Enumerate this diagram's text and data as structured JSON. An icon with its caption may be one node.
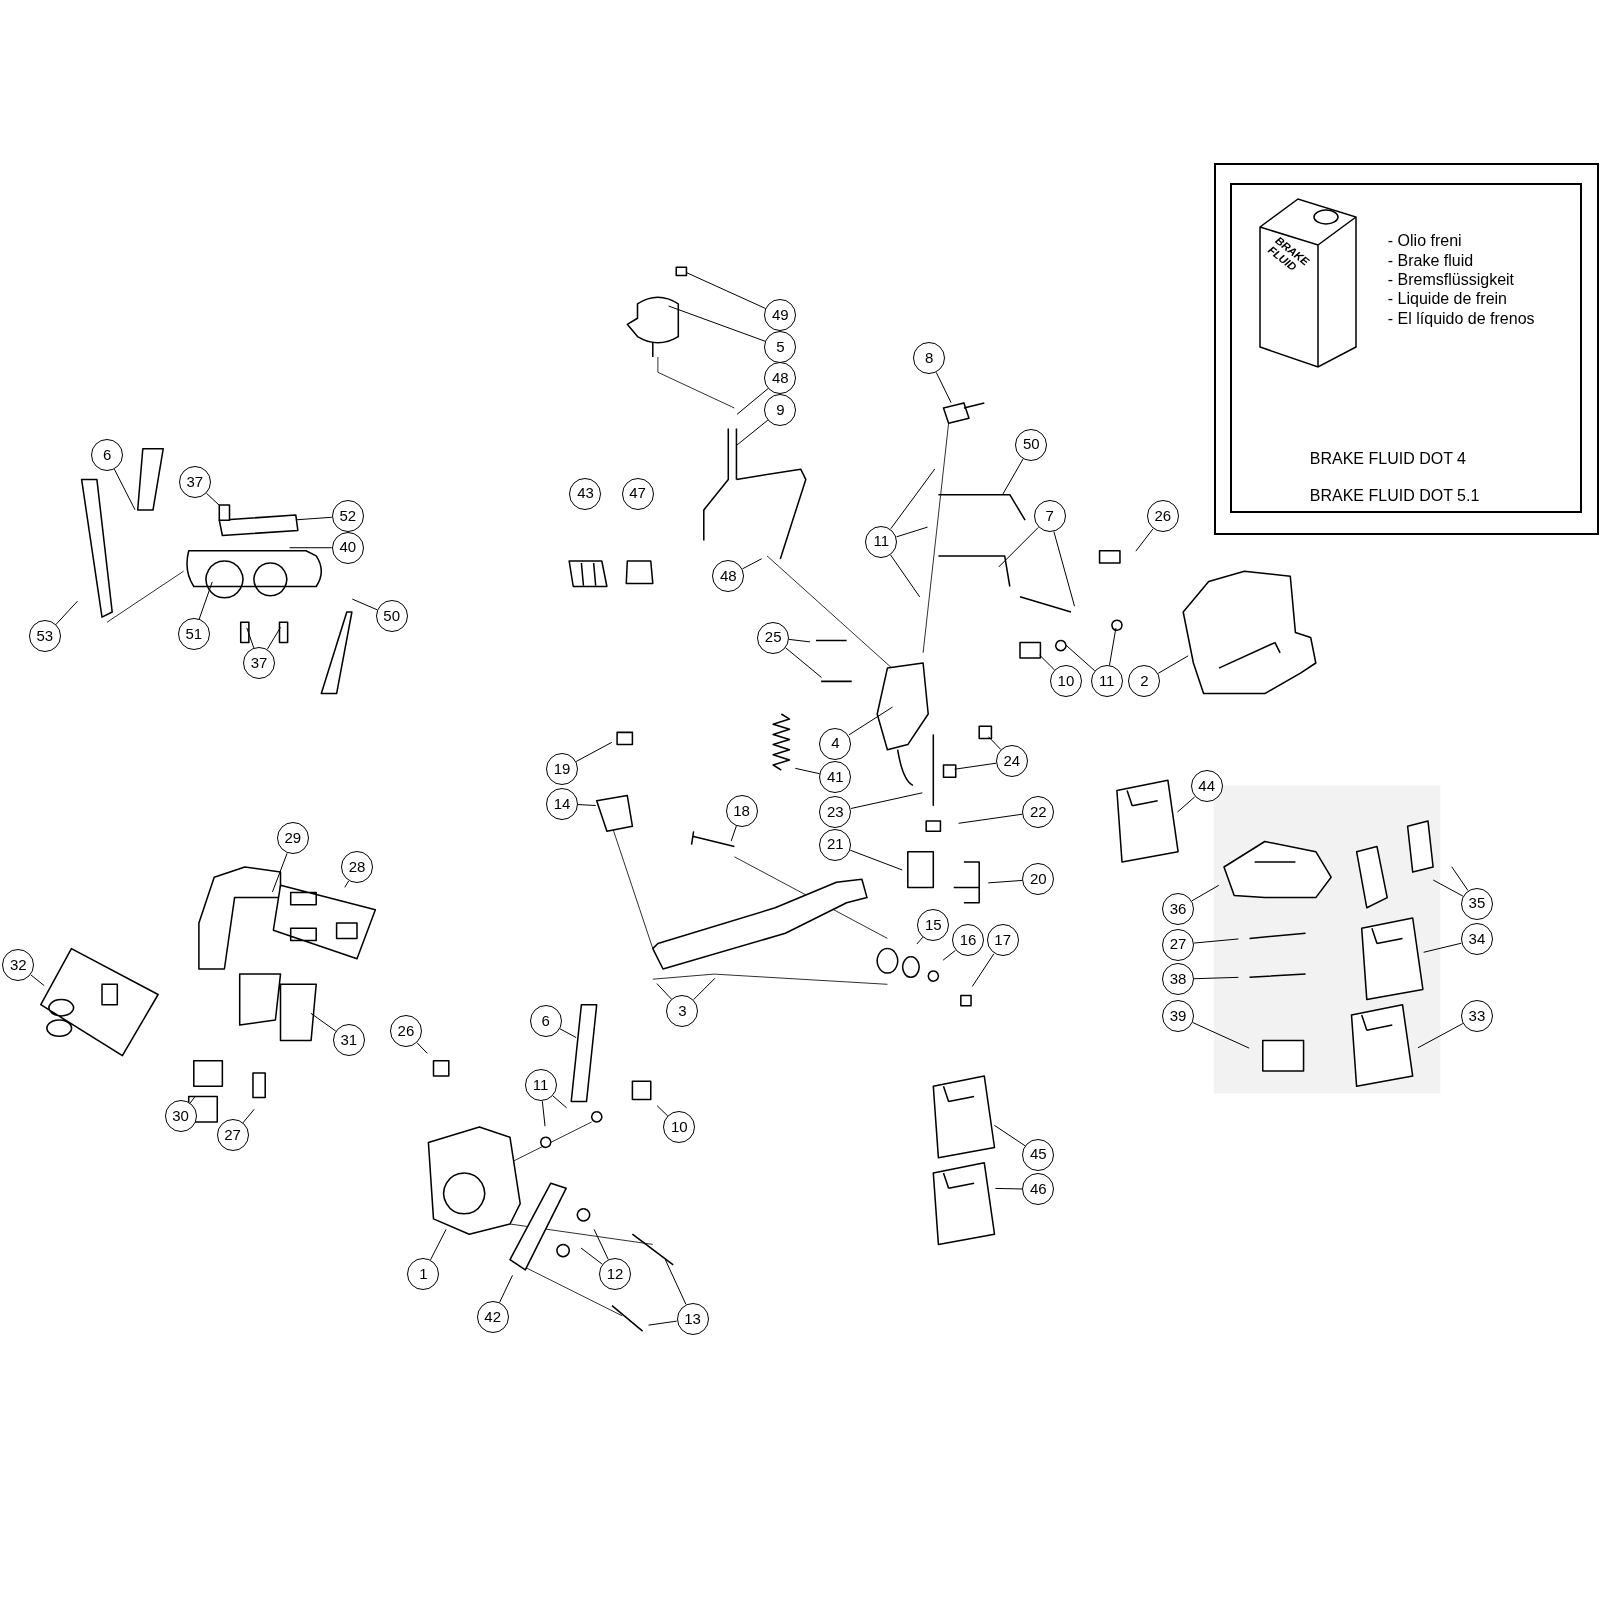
{
  "diagram": {
    "nodes": [
      {
        "text": [
          "BRAKE FLUID",
          "- Olio freni",
          "- Brake fluid",
          "- Bremsflüssigkeit",
          "- Liquide de frein",
          "- El líquido de frenos",
          "BRAKE FLUID DOT 4",
          "BRAKE FLUID DOT 5.1"
        ]
      },
      {
        "text": [
          "49"
        ]
      },
      {
        "text": [
          "5"
        ]
      },
      {
        "text": [
          "48"
        ]
      },
      {
        "text": [
          "9"
        ]
      },
      {
        "text": [
          "8"
        ]
      },
      {
        "text": [
          "50"
        ]
      },
      {
        "text": [
          "6"
        ]
      },
      {
        "text": [
          "37"
        ]
      },
      {
        "text": [
          "43"
        ]
      },
      {
        "text": [
          "47"
        ]
      },
      {
        "text": [
          "52"
        ]
      },
      {
        "text": [
          "7"
        ]
      },
      {
        "text": [
          "26"
        ]
      },
      {
        "text": [
          "11"
        ]
      },
      {
        "text": [
          "40"
        ]
      },
      {
        "text": [
          "48"
        ]
      },
      {
        "text": [
          "50"
        ]
      },
      {
        "text": [
          "51"
        ]
      },
      {
        "text": [
          "53"
        ]
      },
      {
        "text": [
          "25"
        ]
      },
      {
        "text": [
          "37"
        ]
      },
      {
        "text": [
          "10"
        ]
      },
      {
        "text": [
          "11"
        ]
      },
      {
        "text": [
          "2"
        ]
      },
      {
        "text": [
          "4"
        ]
      },
      {
        "text": [
          "24"
        ]
      },
      {
        "text": [
          "19"
        ]
      },
      {
        "text": [
          "41"
        ]
      },
      {
        "text": [
          "44"
        ]
      },
      {
        "text": [
          "14"
        ]
      },
      {
        "text": [
          "18"
        ]
      },
      {
        "text": [
          "23"
        ]
      },
      {
        "text": [
          "22"
        ]
      },
      {
        "text": [
          "29"
        ]
      },
      {
        "text": [
          "21"
        ]
      },
      {
        "text": [
          "28"
        ]
      },
      {
        "text": [
          "20"
        ]
      },
      {
        "text": [
          "35"
        ]
      },
      {
        "text": [
          "36"
        ]
      },
      {
        "text": [
          "15"
        ]
      },
      {
        "text": [
          "34"
        ]
      },
      {
        "text": [
          "16"
        ]
      },
      {
        "text": [
          "17"
        ]
      },
      {
        "text": [
          "27"
        ]
      },
      {
        "text": [
          "32"
        ]
      },
      {
        "text": [
          "38"
        ]
      },
      {
        "text": [
          "3"
        ]
      },
      {
        "text": [
          "39"
        ]
      },
      {
        "text": [
          "33"
        ]
      },
      {
        "text": [
          "6"
        ]
      },
      {
        "text": [
          "26"
        ]
      },
      {
        "text": [
          "31"
        ]
      },
      {
        "text": [
          "11"
        ]
      },
      {
        "text": [
          "30"
        ]
      },
      {
        "text": [
          "10"
        ]
      },
      {
        "text": [
          "27"
        ]
      },
      {
        "text": [
          "45"
        ]
      },
      {
        "text": [
          "46"
        ]
      },
      {
        "text": [
          "1"
        ]
      },
      {
        "text": [
          "12"
        ]
      },
      {
        "text": [
          "42"
        ]
      },
      {
        "text": [
          "13"
        ]
      }
    ],
    "edges": [
      {
        "from": 1,
        "to": null,
        "arrow": "none"
      },
      {
        "from": 2,
        "to": null,
        "arrow": "none"
      },
      {
        "from": 3,
        "to": null,
        "arrow": "none"
      },
      {
        "from": 4,
        "to": null,
        "arrow": "none"
      },
      {
        "from": 5,
        "to": null,
        "arrow": "none"
      },
      {
        "from": 6,
        "to": null,
        "arrow": "none"
      },
      {
        "from": 7,
        "to": null,
        "arrow": "none"
      },
      {
        "from": 8,
        "to": null,
        "arrow": "none"
      },
      {
        "from": 11,
        "to": null,
        "arrow": "none"
      },
      {
        "from": 12,
        "to": null,
        "arrow": "none"
      },
      {
        "from": 12,
        "to": null,
        "arrow": "none"
      },
      {
        "from": 13,
        "to": null,
        "arrow": "none"
      },
      {
        "from": 14,
        "to": null,
        "arrow": "none"
      },
      {
        "from": 14,
        "to": null,
        "arrow": "none"
      },
      {
        "from": 14,
        "to": null,
        "arrow": "none"
      },
      {
        "from": 15,
        "to": null,
        "arrow": "none"
      },
      {
        "from": 16,
        "to": null,
        "arrow": "none"
      },
      {
        "from": 17,
        "to": null,
        "arrow": "none"
      },
      {
        "from": 18,
        "to": null,
        "arrow": "none"
      },
      {
        "from": 19,
        "to": null,
        "arrow": "none"
      },
      {
        "from": 20,
        "to": null,
        "arrow": "none"
      },
      {
        "from": 20,
        "to": null,
        "arrow": "none"
      },
      {
        "from": 21,
        "to": null,
        "arrow": "none"
      },
      {
        "from": 21,
        "to": null,
        "arrow": "none"
      },
      {
        "from": 22,
        "to": null,
        "arrow": "none"
      },
      {
        "from": 23,
        "to": null,
        "arrow": "none"
      },
      {
        "from": 23,
        "to": null,
        "arrow": "none"
      },
      {
        "from": 24,
        "to": null,
        "arrow": "none"
      },
      {
        "from": 25,
        "to": null,
        "arrow": "none"
      },
      {
        "from": 26,
        "to": null,
        "arrow": "none"
      },
      {
        "from": 26,
        "to": null,
        "arrow": "none"
      },
      {
        "from": 27,
        "to": null,
        "arrow": "none"
      },
      {
        "from": 28,
        "to": null,
        "arrow": "none"
      },
      {
        "from": 29,
        "to": null,
        "arrow": "none"
      },
      {
        "from": 30,
        "to": null,
        "arrow": "none"
      },
      {
        "from": 31,
        "to": null,
        "arrow": "none"
      },
      {
        "from": 32,
        "to": null,
        "arrow": "none"
      },
      {
        "from": 33,
        "to": null,
        "arrow": "none"
      },
      {
        "from": 34,
        "to": null,
        "arrow": "none"
      },
      {
        "from": 35,
        "to": null,
        "arrow": "none"
      },
      {
        "from": 36,
        "to": null,
        "arrow": "none"
      },
      {
        "from": 37,
        "to": null,
        "arrow": "none"
      },
      {
        "from": 38,
        "to": null,
        "arrow": "none"
      },
      {
        "from": 38,
        "to": null,
        "arrow": "none"
      },
      {
        "from": 39,
        "to": null,
        "arrow": "none"
      },
      {
        "from": 40,
        "to": null,
        "arrow": "none"
      },
      {
        "from": 41,
        "to": null,
        "arrow": "none"
      },
      {
        "from": 42,
        "to": null,
        "arrow": "none"
      },
      {
        "from": 43,
        "to": null,
        "arrow": "none"
      },
      {
        "from": 44,
        "to": null,
        "arrow": "none"
      },
      {
        "from": 45,
        "to": null,
        "arrow": "none"
      },
      {
        "from": 46,
        "to": null,
        "arrow": "none"
      },
      {
        "from": 47,
        "to": null,
        "arrow": "none"
      },
      {
        "from": 47,
        "to": null,
        "arrow": "none"
      },
      {
        "from": 48,
        "to": null,
        "arrow": "none"
      },
      {
        "from": 49,
        "to": null,
        "arrow": "none"
      },
      {
        "from": 50,
        "to": null,
        "arrow": "none"
      },
      {
        "from": 51,
        "to": null,
        "arrow": "none"
      },
      {
        "from": 52,
        "to": null,
        "arrow": "none"
      },
      {
        "from": 53,
        "to": null,
        "arrow": "none"
      },
      {
        "from": 53,
        "to": null,
        "arrow": "none"
      },
      {
        "from": 54,
        "to": null,
        "arrow": "none"
      },
      {
        "from": 55,
        "to": null,
        "arrow": "none"
      },
      {
        "from": 56,
        "to": null,
        "arrow": "none"
      },
      {
        "from": 57,
        "to": null,
        "arrow": "none"
      },
      {
        "from": 58,
        "to": null,
        "arrow": "none"
      },
      {
        "from": 59,
        "to": null,
        "arrow": "none"
      },
      {
        "from": 60,
        "to": null,
        "arrow": "none"
      },
      {
        "from": 60,
        "to": null,
        "arrow": "none"
      },
      {
        "from": 61,
        "to": null,
        "arrow": "none"
      },
      {
        "from": 62,
        "to": null,
        "arrow": "none"
      },
      {
        "from": 62,
        "to": null,
        "arrow": "none"
      }
    ]
  }
}
